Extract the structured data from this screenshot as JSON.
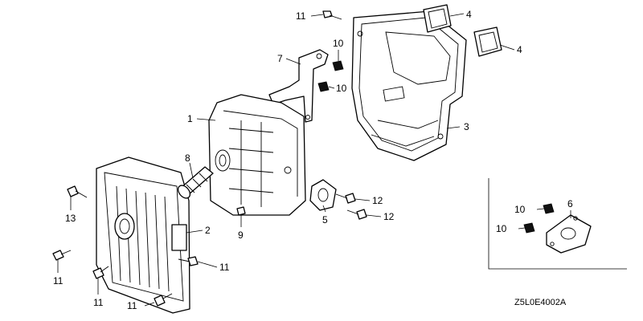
{
  "diagram_code": "Z5L0E4002A",
  "callouts": {
    "c1": "1",
    "c2": "2",
    "c3": "3",
    "c4a": "4",
    "c4b": "4",
    "c5": "5",
    "c6": "6",
    "c7": "7",
    "c8": "8",
    "c9": "9",
    "c10a": "10",
    "c10b": "10",
    "c10c": "10",
    "c10d": "10",
    "c11a": "11",
    "c11b": "11",
    "c11c": "11",
    "c11d": "11",
    "c11e": "11",
    "c12a": "12",
    "c12b": "12",
    "c13": "13"
  },
  "colors": {
    "ink": "#000000",
    "paper": "#ffffff"
  }
}
